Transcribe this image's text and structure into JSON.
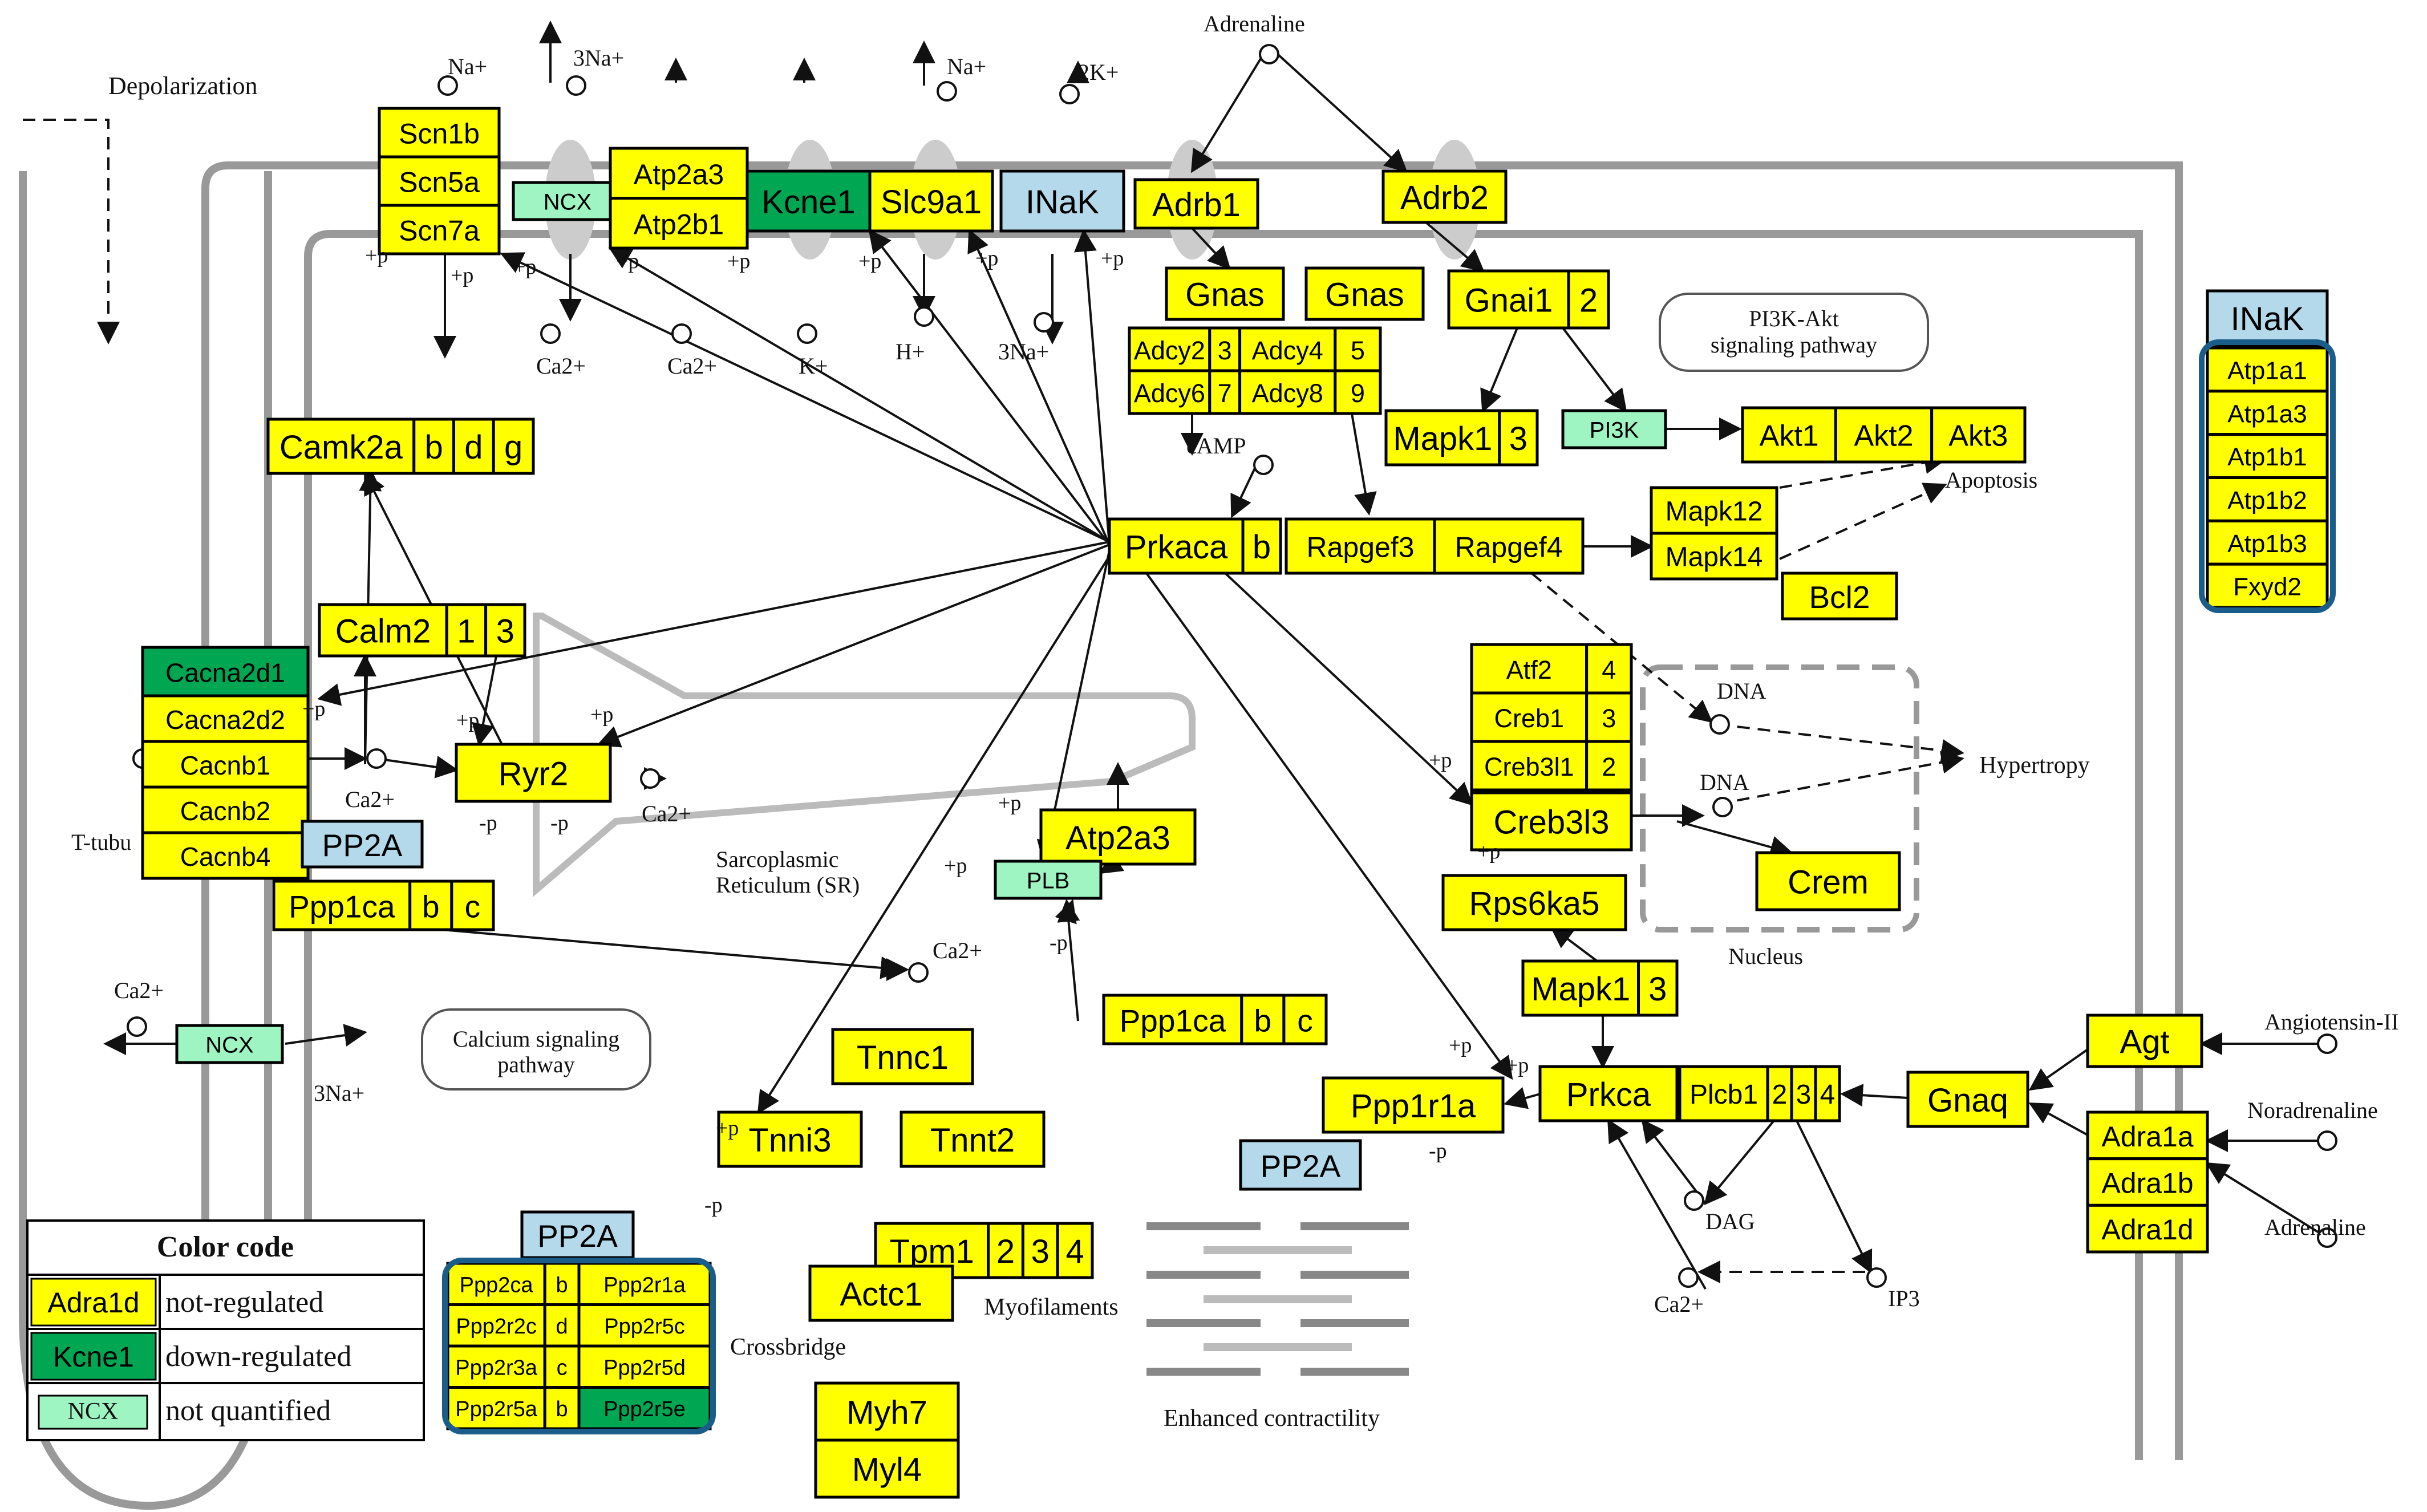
{
  "colors": {
    "not_regulated": "#ffff00",
    "down_regulated": "#00a651",
    "not_quantified": "#9ff5c2",
    "complex_label": "#b3d9ea",
    "group_outline": "#1b5d8a",
    "membrane": "#999999"
  },
  "labels": {
    "depolarization": "Depolarization",
    "adrenaline_top": "Adrenaline",
    "na_plus_1": "Na+",
    "three_na_1": "3Na+",
    "na_plus_2": "Na+",
    "two_k": "2K+",
    "ca_1": "Ca2+",
    "ca_2": "Ca2+",
    "k_plus": "K+",
    "h_plus": "H+",
    "three_na_2": "3Na+",
    "pi3k_akt": [
      "PI3K-Akt",
      "signaling pathway"
    ],
    "camp": "cAMP",
    "apoptosis": "Apoptosis",
    "dna_1": "DNA",
    "dna_2": "DNA",
    "hypertropy": "Hypertropy",
    "nucleus": "Nucleus",
    "sr": [
      "Sarcoplasmic",
      "Reticulum (SR)"
    ],
    "t_tubule": "T-tubu",
    "ca_3": "Ca2+",
    "ca_4": "Ca2+",
    "ca_5": "Ca2+",
    "ca_6": "Ca2+",
    "ca_7": "Ca2+",
    "three_na_3": "3Na+",
    "calcium_pathway": [
      "Calcium signaling",
      "pathway"
    ],
    "angiotensin": "Angiotensin-II",
    "noradrenaline": "Noradrenaline",
    "adrenaline_right": "Adrenaline",
    "dag": "DAG",
    "ip3": "IP3",
    "myofilaments": "Myofilaments",
    "crossbridge": "Crossbridge",
    "enhanced": "Enhanced contractility",
    "p_plus": "+p",
    "p_minus": "-p"
  },
  "legend": {
    "title": "Color code",
    "rows": [
      {
        "sample": "Adra1d",
        "text": "not-regulated"
      },
      {
        "sample": "Kcne1",
        "text": "down-regulated"
      },
      {
        "sample": "NCX",
        "text": "not quantified"
      }
    ]
  },
  "nodes": [
    {
      "id": "scn",
      "cells": [
        [
          "Scn1b"
        ],
        [
          "Scn5a"
        ],
        [
          "Scn7a"
        ]
      ],
      "color": "yellow"
    },
    {
      "id": "ncx_top",
      "cells": [
        [
          "NCX"
        ]
      ],
      "color": "nq"
    },
    {
      "id": "atp2a3_top",
      "cells": [
        [
          "Atp2a3"
        ],
        [
          "Atp2b1"
        ]
      ],
      "color": "yellow"
    },
    {
      "id": "kcne1",
      "cells": [
        [
          "Kcne1"
        ]
      ],
      "color": "down"
    },
    {
      "id": "slc9a1",
      "cells": [
        [
          "Slc9a1"
        ]
      ],
      "color": "yellow"
    },
    {
      "id": "inak_top",
      "cells": [
        [
          "INaK"
        ]
      ],
      "color": "blue"
    },
    {
      "id": "adrb1",
      "cells": [
        [
          "Adrb1"
        ]
      ],
      "color": "yellow"
    },
    {
      "id": "adrb2",
      "cells": [
        [
          "Adrb2"
        ]
      ],
      "color": "yellow"
    },
    {
      "id": "gnas1",
      "cells": [
        [
          "Gnas"
        ]
      ],
      "color": "yellow"
    },
    {
      "id": "gnas2",
      "cells": [
        [
          "Gnas"
        ]
      ],
      "color": "yellow"
    },
    {
      "id": "gnai",
      "cells": [
        [
          "Gnai1",
          "2"
        ]
      ],
      "color": "yellow"
    },
    {
      "id": "adcy",
      "cells": [
        [
          "Adcy2",
          "3",
          "Adcy4",
          "5"
        ],
        [
          "Adcy6",
          "7",
          "Adcy8",
          "9"
        ]
      ],
      "color": "yellow"
    },
    {
      "id": "mapk1_top",
      "cells": [
        [
          "Mapk1",
          "3"
        ]
      ],
      "color": "yellow"
    },
    {
      "id": "pi3k",
      "cells": [
        [
          "PI3K"
        ]
      ],
      "color": "nq"
    },
    {
      "id": "akt",
      "cells": [
        [
          "Akt1",
          "Akt2",
          "Akt3"
        ]
      ],
      "color": "yellow"
    },
    {
      "id": "camk2",
      "cells": [
        [
          "Camk2a",
          "b",
          "d",
          "g"
        ]
      ],
      "color": "yellow"
    },
    {
      "id": "prkaca",
      "cells": [
        [
          "Prkaca",
          "b"
        ]
      ],
      "color": "yellow"
    },
    {
      "id": "rapgef",
      "cells": [
        [
          "Rapgef3",
          "Rapgef4"
        ]
      ],
      "color": "yellow"
    },
    {
      "id": "mapk12",
      "cells": [
        [
          "Mapk12"
        ],
        [
          "Mapk14"
        ]
      ],
      "color": "yellow"
    },
    {
      "id": "bcl2",
      "cells": [
        [
          "Bcl2"
        ]
      ],
      "color": "yellow"
    },
    {
      "id": "calm",
      "cells": [
        [
          "Calm2",
          "1",
          "3"
        ]
      ],
      "color": "yellow"
    },
    {
      "id": "cacna",
      "cells": [
        [
          "Cacna2d1"
        ]
      ],
      "color": "down"
    },
    {
      "id": "cacnb",
      "cells": [
        [
          "Cacna2d2"
        ],
        [
          "Cacnb1"
        ],
        [
          "Cacnb2"
        ],
        [
          "Cacnb4"
        ]
      ],
      "color": "yellow"
    },
    {
      "id": "ryr2",
      "cells": [
        [
          "Ryr2"
        ]
      ],
      "color": "yellow"
    },
    {
      "id": "pp2a_1",
      "cells": [
        [
          "PP2A"
        ]
      ],
      "color": "blue"
    },
    {
      "id": "ppp1ca_1",
      "cells": [
        [
          "Ppp1ca",
          "b",
          "c"
        ]
      ],
      "color": "yellow"
    },
    {
      "id": "atp2a3_sr",
      "cells": [
        [
          "Atp2a3"
        ]
      ],
      "color": "yellow"
    },
    {
      "id": "plb",
      "cells": [
        [
          "PLB"
        ]
      ],
      "color": "nq"
    },
    {
      "id": "atf",
      "cells": [
        [
          "Atf2",
          "4"
        ],
        [
          "Creb1",
          "3"
        ],
        [
          "Creb3l1",
          "2"
        ]
      ],
      "color": "yellow"
    },
    {
      "id": "creb3l3",
      "cells": [
        [
          "Creb3l3"
        ]
      ],
      "color": "yellow"
    },
    {
      "id": "crem",
      "cells": [
        [
          "Crem"
        ]
      ],
      "color": "yellow"
    },
    {
      "id": "rps6ka5",
      "cells": [
        [
          "Rps6ka5"
        ]
      ],
      "color": "yellow"
    },
    {
      "id": "mapk1_mid",
      "cells": [
        [
          "Mapk1",
          "3"
        ]
      ],
      "color": "yellow"
    },
    {
      "id": "ppp1ca_2",
      "cells": [
        [
          "Ppp1ca",
          "b",
          "c"
        ]
      ],
      "color": "yellow"
    },
    {
      "id": "agt",
      "cells": [
        [
          "Agt"
        ]
      ],
      "color": "yellow"
    },
    {
      "id": "gnaq",
      "cells": [
        [
          "Gnaq"
        ]
      ],
      "color": "yellow"
    },
    {
      "id": "plcb",
      "cells": [
        [
          "Plcb1",
          "2",
          "3",
          "4"
        ]
      ],
      "color": "yellow"
    },
    {
      "id": "prkca",
      "cells": [
        [
          "Prkca"
        ]
      ],
      "color": "yellow"
    },
    {
      "id": "ppp1r1a",
      "cells": [
        [
          "Ppp1r1a"
        ]
      ],
      "color": "yellow"
    },
    {
      "id": "pp2a_2",
      "cells": [
        [
          "PP2A"
        ]
      ],
      "color": "blue"
    },
    {
      "id": "adra1",
      "cells": [
        [
          "Adra1a"
        ],
        [
          "Adra1b"
        ],
        [
          "Adra1d"
        ]
      ],
      "color": "yellow"
    },
    {
      "id": "tnnc1",
      "cells": [
        [
          "Tnnc1"
        ]
      ],
      "color": "yellow"
    },
    {
      "id": "tnni3",
      "cells": [
        [
          "Tnni3"
        ]
      ],
      "color": "yellow"
    },
    {
      "id": "tnnt2",
      "cells": [
        [
          "Tnnt2"
        ]
      ],
      "color": "yellow"
    },
    {
      "id": "tpm",
      "cells": [
        [
          "Tpm1",
          "2",
          "3",
          "4"
        ]
      ],
      "color": "yellow"
    },
    {
      "id": "actc1",
      "cells": [
        [
          "Actc1"
        ]
      ],
      "color": "yellow"
    },
    {
      "id": "myh7",
      "cells": [
        [
          "Myh7"
        ],
        [
          "Myl4"
        ]
      ],
      "color": "yellow"
    },
    {
      "id": "ncx_low",
      "cells": [
        [
          "NCX"
        ]
      ],
      "color": "nq"
    },
    {
      "id": "pp2a_3",
      "cells": [
        [
          "PP2A"
        ]
      ],
      "color": "blue"
    },
    {
      "id": "pp2_group",
      "cells": [
        [
          "Ppp2ca",
          "b",
          "Ppp2r1a"
        ],
        [
          "Ppp2r2c",
          "d",
          "Ppp2r5c"
        ],
        [
          "Ppp2r3a",
          "c",
          "Ppp2r5d"
        ],
        [
          "Ppp2r5a",
          "b",
          "Ppp2r5e"
        ]
      ],
      "color": "yellow",
      "down_cells": [
        "Ppp2r5e"
      ]
    },
    {
      "id": "inak_right",
      "cells": [
        [
          "INaK"
        ]
      ],
      "color": "blue"
    },
    {
      "id": "atp1_group",
      "cells": [
        [
          "Atp1a1"
        ],
        [
          "Atp1a3"
        ],
        [
          "Atp1b1"
        ],
        [
          "Atp1b2"
        ],
        [
          "Atp1b3"
        ],
        [
          "Fxyd2"
        ]
      ],
      "color": "yellow"
    }
  ]
}
